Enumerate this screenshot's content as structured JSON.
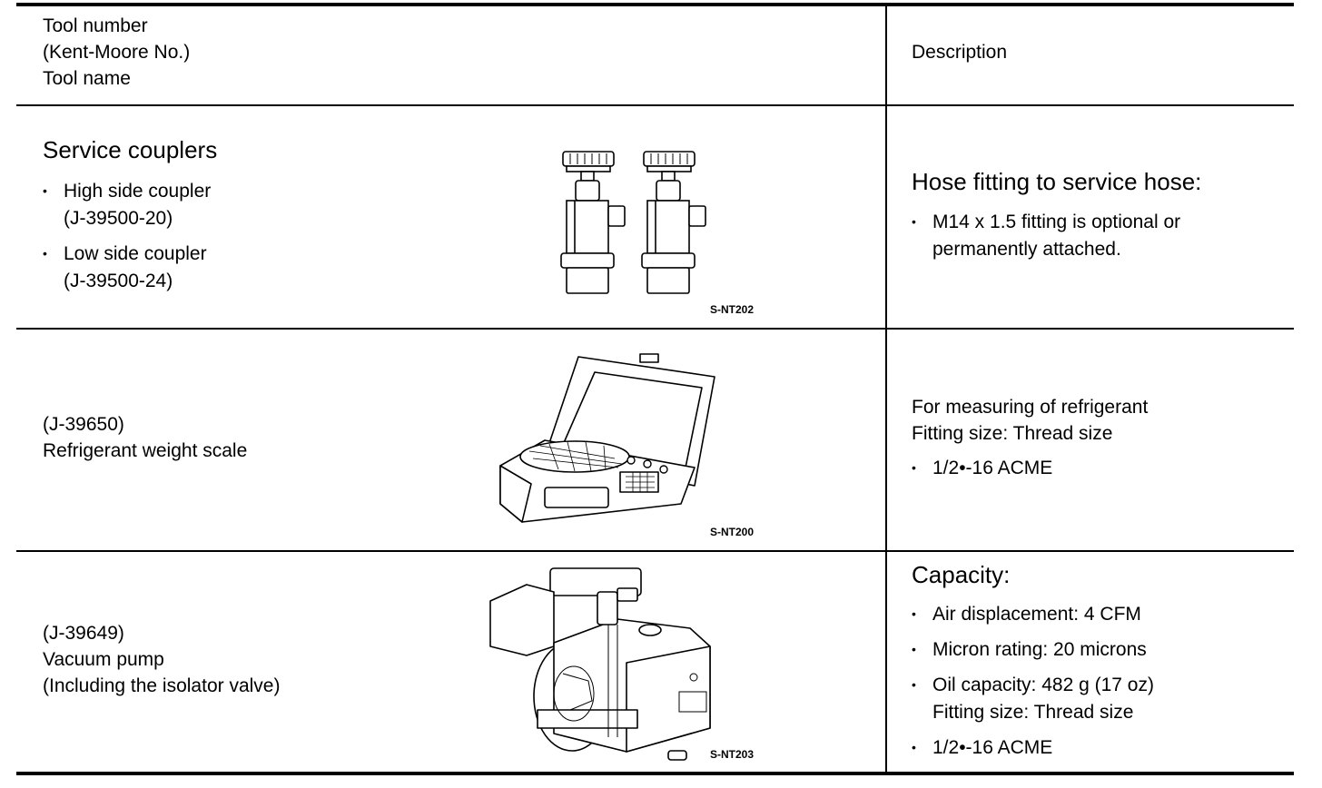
{
  "header": {
    "col1": [
      "Tool number",
      "(Kent-Moore No.)",
      "Tool name"
    ],
    "col2": "Description"
  },
  "rows": [
    {
      "title": "Service couplers",
      "items": [
        {
          "label": "High side coupler",
          "code": "(J-39500-20)"
        },
        {
          "label": "Low side coupler",
          "code": "(J-39500-24)"
        }
      ],
      "figure_code": "S-NT202",
      "desc_title": "Hose fitting to service hose:",
      "desc_bullets": [
        [
          "M14 x 1.5 fitting is optional or",
          "permanently attached."
        ]
      ]
    },
    {
      "lines": [
        "(J-39650)",
        "Refrigerant weight scale"
      ],
      "figure_code": "S-NT200",
      "desc_lines": [
        "For measuring of refrigerant",
        "Fitting size: Thread size"
      ],
      "desc_bullets": [
        [
          "1/2•-16 ACME"
        ]
      ]
    },
    {
      "lines": [
        "(J-39649)",
        "Vacuum pump",
        "(Including the isolator valve)"
      ],
      "figure_code": "S-NT203",
      "desc_title": "Capacity:",
      "desc_bullets": [
        [
          "Air displacement: 4 CFM"
        ],
        [
          "Micron rating: 20 microns"
        ],
        [
          "Oil capacity: 482 g (17 oz)",
          "Fitting size: Thread size"
        ],
        [
          "1/2•-16 ACME"
        ]
      ]
    }
  ],
  "bullet_char": "•"
}
